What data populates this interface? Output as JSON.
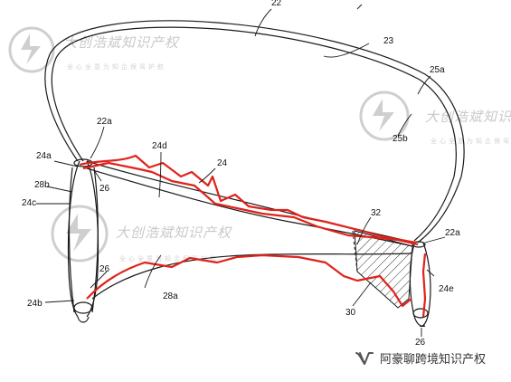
{
  "figure": {
    "labels": {
      "l22": "22",
      "l23": "23",
      "l25a": "25a",
      "l25b": "25b",
      "l22a_left": "22a",
      "l22a_right": "22a",
      "l24a": "24a",
      "l24d": "24d",
      "l24": "24",
      "l26_top": "26",
      "l28b": "28b",
      "l24c": "24c",
      "l32": "32",
      "l26_left": "26",
      "l28a": "28a",
      "l24b": "24b",
      "l24e": "24e",
      "l30": "30",
      "l26_bottom": "26"
    }
  },
  "watermark": {
    "name": "大创浩斌知识产权",
    "slogan": "全心全意为知企保驾护航"
  },
  "footer": {
    "account_name": "阿豪聊跨境知识产权",
    "icon": "wechat-channel-icon"
  },
  "colors": {
    "line": "#1a1a1a",
    "highlight": "#e0221b",
    "watermark": "#c9c9c9"
  }
}
